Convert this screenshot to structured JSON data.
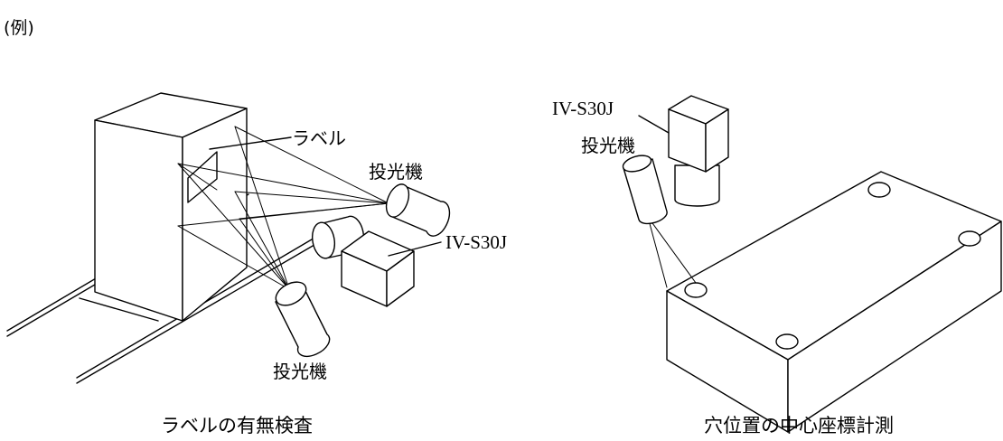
{
  "example_marker": "(例)",
  "left_figure": {
    "label_callout": "ラベル",
    "projector_top": "投光機",
    "camera_label": "IV-S30J",
    "projector_bottom": "投光機",
    "caption": "ラベルの有無検査"
  },
  "right_figure": {
    "camera_label": "IV-S30J",
    "projector": "投光機",
    "caption": "穴位置の中心座標計測"
  }
}
